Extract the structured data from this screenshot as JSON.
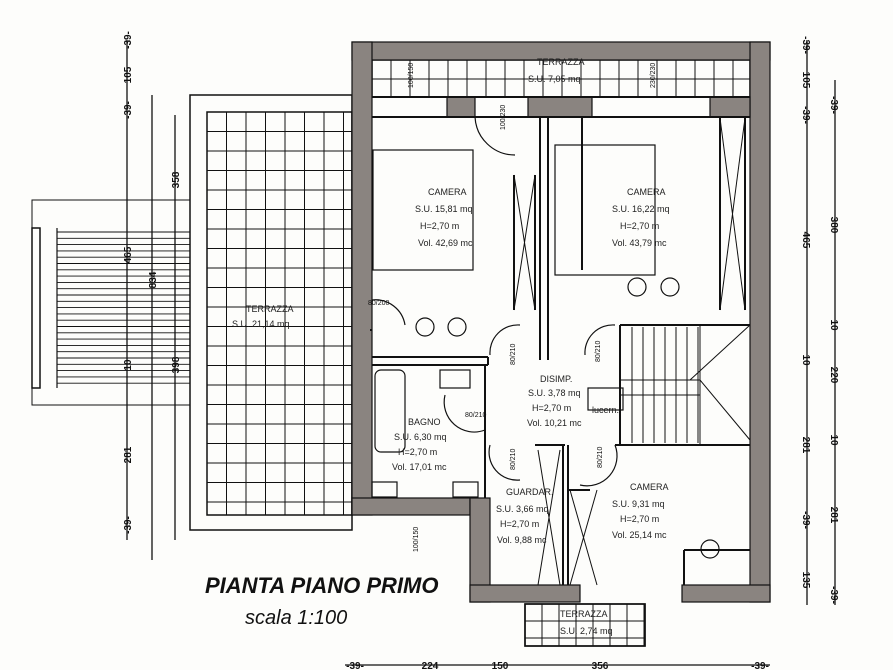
{
  "title": "PIANTA PIANO PRIMO",
  "scale": "scala 1:100",
  "colors": {
    "wall": "#8a8480",
    "line": "#111111",
    "paper": "#fdfdfb"
  },
  "rooms": {
    "camera1": {
      "name": "CAMERA",
      "su": "S.U. 15,81 mq",
      "h": "H=2,70 m",
      "vol": "Vol. 42,69 mc"
    },
    "camera2": {
      "name": "CAMERA",
      "su": "S.U. 16,22 mq",
      "h": "H=2,70 m",
      "vol": "Vol. 43,79 mc"
    },
    "camera3": {
      "name": "CAMERA",
      "su": "S.U. 9,31 mq",
      "h": "H=2,70 m",
      "vol": "Vol. 25,14 mc"
    },
    "disimp": {
      "name": "DISIMP.",
      "su": "S.U. 3,78 mq",
      "h": "H=2,70 m",
      "vol": "Vol. 10,21 mc"
    },
    "bagno": {
      "name": "BAGNO",
      "su": "S.U. 6,30 mq",
      "h": "H=2,70 m",
      "vol": "Vol. 17,01 mc"
    },
    "guardaroba": {
      "name": "GUARDAR.",
      "su": "S.U. 3,66 mq",
      "h": "H=2,70 m",
      "vol": "Vol. 9,88 mc"
    },
    "terrazza_top": {
      "name": "TERRAZZA",
      "su": "S.U. 7,05 mq"
    },
    "terrazza_left": {
      "name": "TERRAZZA",
      "su": "S.U. 21,14 mq"
    },
    "terrazza_bottom": {
      "name": "TERRAZZA",
      "su": "S.U. 2,74 mq"
    },
    "lucernario": "lucern."
  },
  "doors": {
    "w1": "100/150",
    "w2": "230/230",
    "d1": "100/230",
    "d_cam1": "80/200",
    "d_bagno": "80/210",
    "d_cam1b": "80/210",
    "d_cam2": "80/210",
    "d_guard": "80/210",
    "d_cam3": "80/210",
    "w_bagno": "100/150"
  },
  "dimensions": {
    "left_outer": [
      "-39-",
      "105",
      "-39-",
      "465",
      "10",
      "281",
      "-39-"
    ],
    "left_mid": [
      "834"
    ],
    "left_inner": [
      "358",
      "398"
    ],
    "right_outer": [
      "-39-",
      "105",
      "-39-",
      "465",
      "10",
      "281",
      "-39-",
      "135"
    ],
    "right_inner": [
      "-39-",
      "380",
      "10",
      "220",
      "10",
      "281",
      "-39-"
    ],
    "bottom": [
      "-39-",
      "224",
      "150",
      "356",
      "-39-"
    ]
  }
}
